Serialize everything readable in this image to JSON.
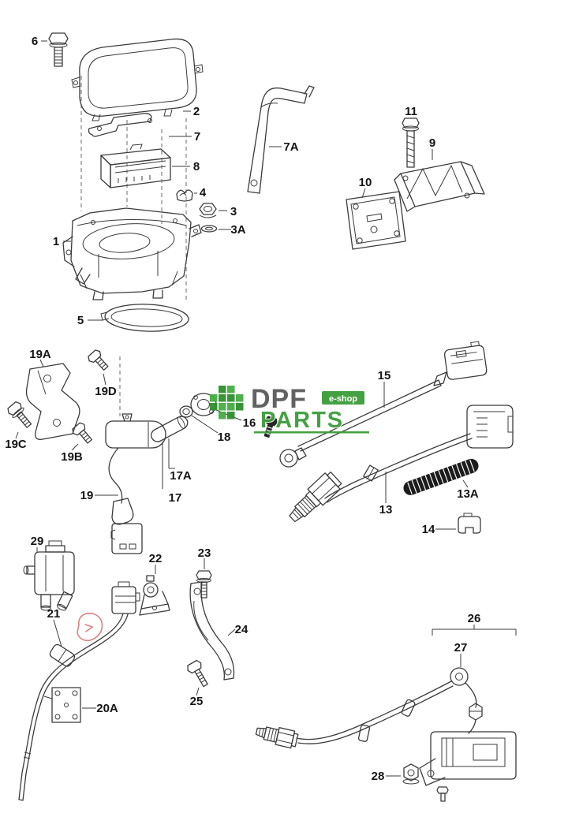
{
  "watermark": {
    "brand_top": "DPF",
    "brand_bottom": "PARTS",
    "badge": "e-shop",
    "green": "#3a9c38",
    "gray": "#5a5a5a"
  },
  "palette": {
    "line": "#3b3b3b",
    "annotation_red": "#e08080",
    "background": "#ffffff"
  },
  "callouts": {
    "c1": "1",
    "c2": "2",
    "c3": "3",
    "c3a": "3A",
    "c4": "4",
    "c5": "5",
    "c6": "6",
    "c7": "7",
    "c7a": "7A",
    "c8": "8",
    "c9": "9",
    "c10": "10",
    "c11": "11",
    "c13": "13",
    "c13a": "13A",
    "c14": "14",
    "c15": "15",
    "c16": "16",
    "c17": "17",
    "c17a": "17A",
    "c18": "18",
    "c19": "19",
    "c19a": "19A",
    "c19b": "19B",
    "c19c": "19C",
    "c19d": "19D",
    "c20a": "20A",
    "c21": "21",
    "c22": "22",
    "c23": "23",
    "c24": "24",
    "c25": "25",
    "c26": "26",
    "c27": "27",
    "c28": "28",
    "c29": "29"
  }
}
